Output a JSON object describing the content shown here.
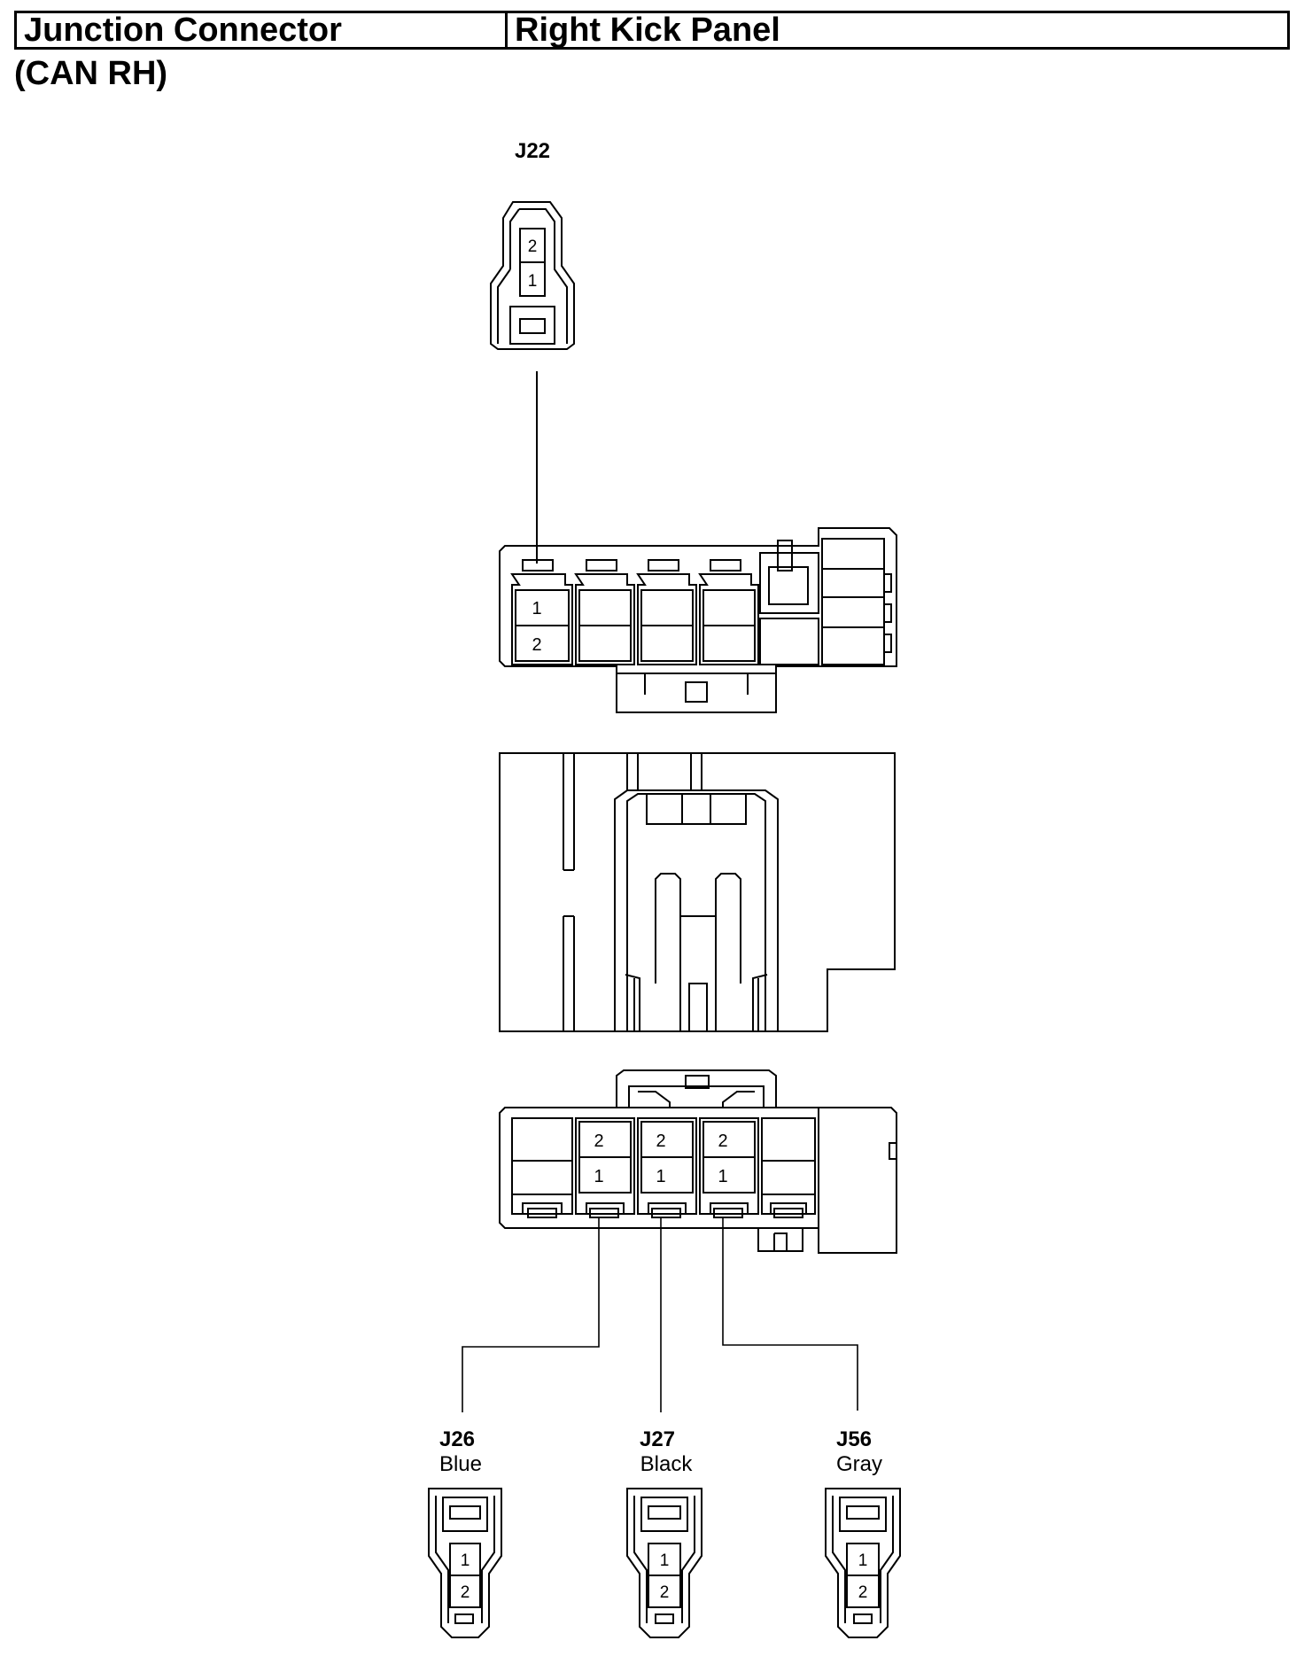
{
  "header": {
    "component": "Junction Connector",
    "location": "Right Kick Panel"
  },
  "subtitle": "(CAN RH)",
  "connectors": {
    "top": {
      "id": "J22",
      "color": "",
      "pins": [
        "2",
        "1"
      ]
    },
    "bottom": [
      {
        "id": "J26",
        "color": "Blue",
        "pins": [
          "1",
          "2"
        ]
      },
      {
        "id": "J27",
        "color": "Black",
        "pins": [
          "1",
          "2"
        ]
      },
      {
        "id": "J56",
        "color": "Gray",
        "pins": [
          "1",
          "2"
        ]
      }
    ]
  },
  "block_front": {
    "pins": [
      "1",
      "2"
    ]
  },
  "block_rear": {
    "cavities": [
      {
        "top": "2",
        "bottom": "1"
      },
      {
        "top": "2",
        "bottom": "1"
      },
      {
        "top": "2",
        "bottom": "1"
      }
    ]
  }
}
